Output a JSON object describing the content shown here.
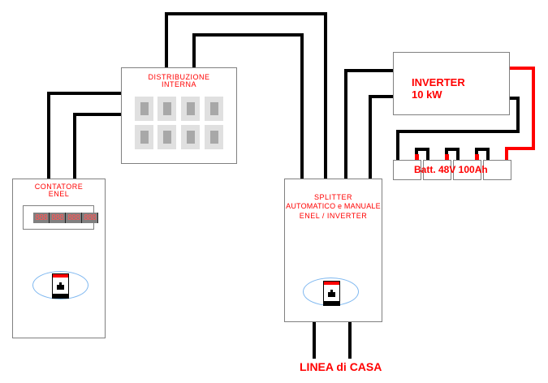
{
  "contatore": {
    "title_line1": "CONTATORE",
    "title_line2": "ENEL",
    "display_digits": [
      "888",
      "888",
      "888",
      "888"
    ]
  },
  "distribuzione": {
    "title_line1": "DISTRIBUZIONE",
    "title_line2": "INTERNA",
    "switch_count": 8
  },
  "splitter": {
    "title_line1": "SPLITTER",
    "title_line2": "AUTOMATICO e MANUALE",
    "title_line3": "ENEL / INVERTER"
  },
  "inverter": {
    "title_line1": "INVERTER",
    "title_line2": "10 kW"
  },
  "battery": {
    "label": "Batt. 48V 100Ah",
    "count": 4
  },
  "output": {
    "label": "LINEA di CASA"
  },
  "colors": {
    "label": "#ff0000",
    "wire": "#000000",
    "positive_wire": "#ff0000",
    "border": "#808080",
    "ellipse": "#7fb8f0"
  }
}
